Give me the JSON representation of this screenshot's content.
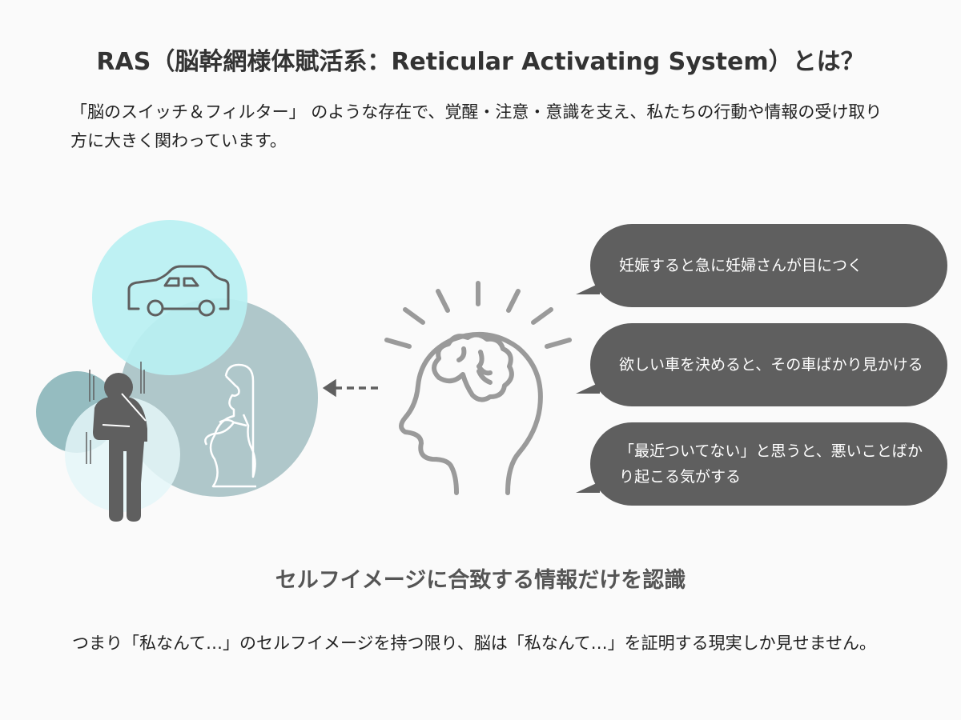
{
  "title": "RAS（脳幹網様体賦活系：Reticular Activating System）とは？",
  "intro": "「脳のスイッチ＆フィルター」 のような存在で、覚醒・注意・意識を支え、私たちの行動や情報の受け取り方に大きく関わっています。",
  "bubbles": [
    "妊娠すると急に妊婦さんが目につく",
    "欲しい車を決めると、その車ばかり見かける",
    "「最近ついてない」と思うと、悪いことばかり起こる気がする"
  ],
  "subtitle": "セルフイメージに合致する情報だけを認識",
  "conclusion": "つまり「私なんて…」のセルフイメージを持つ限り、脳は「私なんて…」を証明する現実しか見せません。",
  "colors": {
    "bubble": "#5f5f5f",
    "car_circle": "#b8f0f2",
    "teal_circle": "#afc7ca",
    "icon_gray": "#9a9a9a"
  }
}
